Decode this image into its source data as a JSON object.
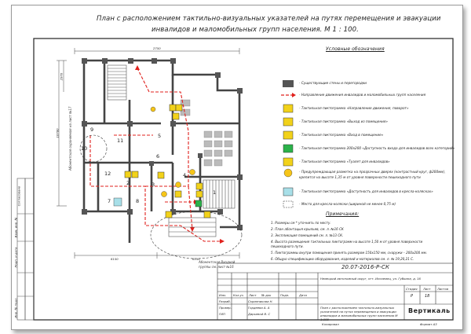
{
  "title": {
    "line1": "План с расположением тактильно-визуальных указателей на путях перемещения и эвакуации",
    "line2": "инвалидов и маломобильных групп населения.  М  1 : 100."
  },
  "legend": {
    "heading": "Условные обозначения",
    "items": [
      "- Существующие стены и перегородки",
      "- Направление  движения инвалидов и маломобильных групп населения",
      "- Тактильная пиктограмма «Направление движения, поворот»",
      "- Тактильная пиктограмма «Выход из помещения»",
      "- Тактильная пиктограмма «Вход в помещение»",
      "- Тактильная пиктограмма 200х200 «Доступность входа для инвалидов всех категорий»",
      "- Тактильная пиктограмма «Туалет для инвалидов»",
      "- Предупреждающая разметка  на прозрачных дверях (контрастный круг, ф200мм),",
      "   крепится на высоте 1,35 м от уровня поверхности пешеходного пути",
      "- Тактильная пиктограмма «Доступность для инвалидов в кресла-колясках»",
      "- Место для кресла-коляски (шириной не менее 0,75 м)"
    ]
  },
  "notes": {
    "heading": "Примечания:",
    "items": [
      "1.  Размеры см * уточнить по месту.",
      "2. План абонтацыя крыльев, см. л. №16 СК",
      "3. Экспликация помещений  см. л. №13 СК.",
      "4. Высота размещения тактильных пиктограмм на высоте  1,50 м от уровня поверхности",
      "   пешеходного пути.",
      "5. Пиктограммы внутри помещения принять размером 150х150 мм, снаружи – 200х200 мм.",
      "6. Общую спецификацию оборудования, изделий и материалов см. л. № 19,20,21 С."
    ]
  },
  "stamp": {
    "doc_code": "20.07-2016-Р-СК",
    "address": "Немецкий автономный округ, пгт. Иноземец, ул. Губкина, д. 16",
    "rows": [
      "Разраб.",
      "Провер.",
      "ГИП"
    ],
    "names": [
      "Скрипникова Н.",
      "Гордеева А. А",
      "Дарьевой В. С"
    ],
    "stage_h": "Стадия",
    "sheet_h": "Лист",
    "sheets_h": "Листов",
    "stage": "Р",
    "sheet": "18",
    "company": "Вертикаль",
    "drawing_name": "План с расположением тактильно-визуальных указателей на путях перемещения и эвакуации инвалидов и маломобильных групп населения М 1:100",
    "copied": "Копировал",
    "format": "Формат А3",
    "col_heads": [
      "Изм.",
      "Кол.уч",
      "Лист",
      "№ док",
      "Подп.",
      "Дата"
    ]
  },
  "plan": {
    "room_numbers": [
      "9",
      "10",
      "11",
      "5",
      "6",
      "4",
      "12",
      "7",
      "8",
      "2",
      "3",
      "1"
    ],
    "label_top": "Абонентская охраняемая на лист №17",
    "label_bottom_1": "Абонентская Входной",
    "label_bottom_2": "группы см. лист №16",
    "dim_left": "10780",
    "dim_left_top": "2970",
    "dim_bottom_1": "6150",
    "dim_bottom_2": "6150",
    "dim_top": "2750"
  },
  "side_strip": [
    "Согласовано",
    "Взам. инв. №",
    "Подп. и дата",
    "Инв. № подл."
  ],
  "colors": {
    "wall": "#555555",
    "route": "#e0201c",
    "pictogram": "#f2d21a",
    "accessible": "#2bb24a",
    "glass": "#a8dfe8",
    "marker": "#f6c518"
  }
}
